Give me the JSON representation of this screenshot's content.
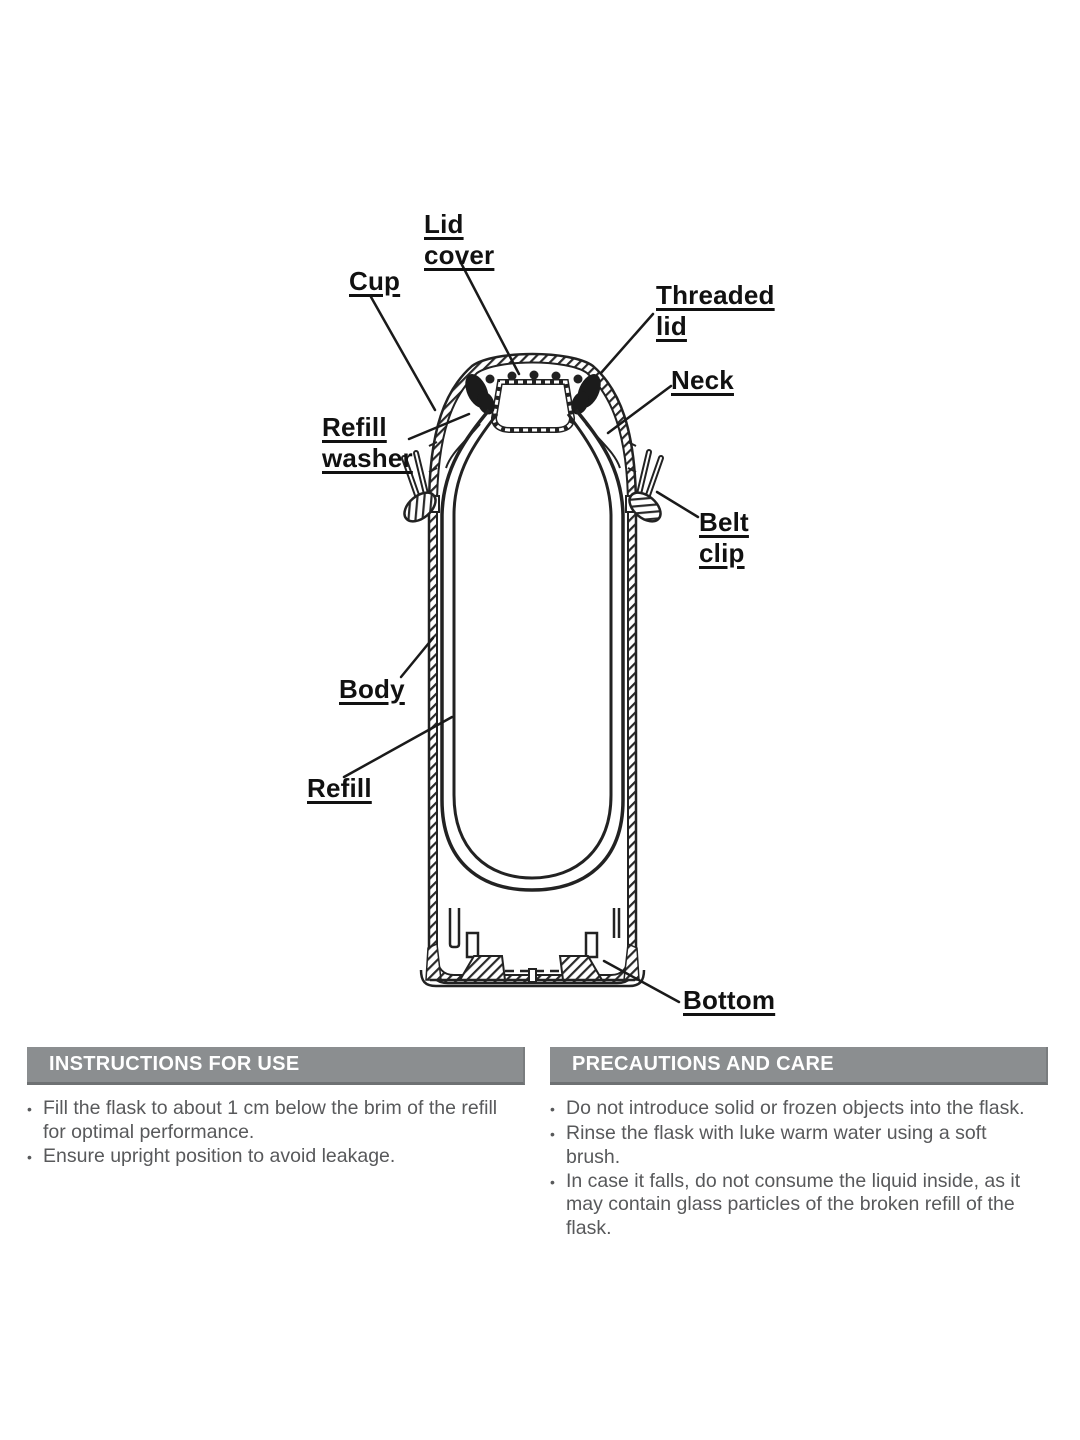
{
  "diagram": {
    "labels": {
      "lid_cover": "Lid cover",
      "cup": "Cup",
      "threaded_lid": "Threaded lid",
      "neck": "Neck",
      "refill_washer": "Refill washer",
      "belt_clip": "Belt clip",
      "body": "Body",
      "refill": "Refill",
      "bottom": "Bottom"
    }
  },
  "sections": {
    "instructions": {
      "title": "INSTRUCTIONS FOR USE",
      "bullets": [
        "Fill the flask to about 1 cm below the brim of the refill for optimal performance.",
        "Ensure upright position to avoid leakage."
      ]
    },
    "precautions": {
      "title": "PRECAUTIONS AND CARE",
      "bullets": [
        "Do not introduce solid or frozen objects into the flask.",
        "Rinse the flask with luke warm water using a soft brush.",
        "In case it falls, do not consume the liquid inside, as it may contain glass particles of the broken refill of the flask."
      ]
    }
  },
  "colors": {
    "background": "#ffffff",
    "line_art": "#222222",
    "label_text": "#111111",
    "header_bar": "#8b8e90",
    "header_bar_shadow": "#6e7173",
    "header_text": "#ffffff",
    "body_text": "#58595b"
  }
}
